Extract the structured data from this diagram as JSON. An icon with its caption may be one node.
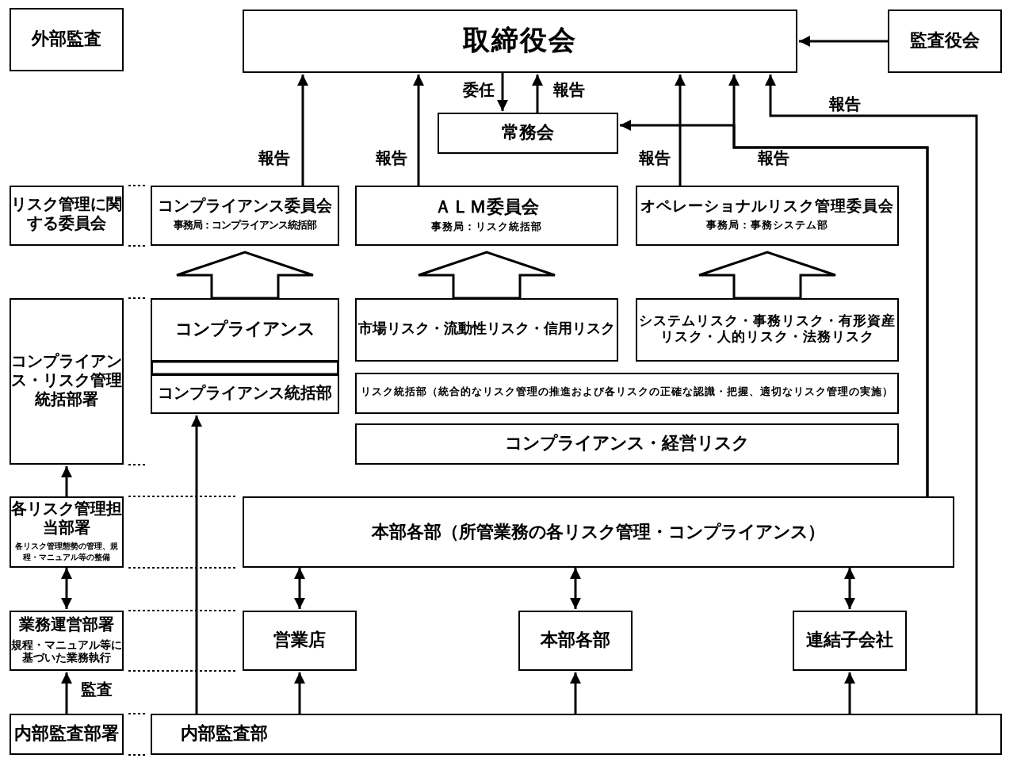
{
  "diagram": {
    "nodes": [
      {
        "text": [
          "外部監査"
        ]
      },
      {
        "text": [
          "取締役会"
        ]
      },
      {
        "text": [
          "監査役会"
        ]
      },
      {
        "text": [
          "常務会"
        ]
      },
      {
        "text": [
          "リスク管理に関する委員会"
        ]
      },
      {
        "text": [
          "コンプライアンス委員会",
          "事務局：コンプライアンス統括部"
        ]
      },
      {
        "text": [
          "ＡＬＭ委員会",
          "事務局：リスク統括部"
        ]
      },
      {
        "text": [
          "オペレーショナルリスク管理委員会",
          "事務局：事務システム部"
        ]
      },
      {
        "text": [
          "コンプライアンス・リスク管理統括部署"
        ]
      },
      {
        "text": [
          "コンプライアンス"
        ]
      },
      {
        "text": [
          "コンプライアンス統括部"
        ]
      },
      {
        "text": [
          "市場リスク・流動性リスク・信用リスク"
        ]
      },
      {
        "text": [
          "システムリスク・事務リスク・有形資産リスク・人的リスク・法務リスク"
        ]
      },
      {
        "text": [
          "リスク統括部（統合的なリスク管理の推進および各リスクの正確な認識・把握、適切なリスク管理の実施）"
        ]
      },
      {
        "text": [
          "コンプライアンス・経営リスク"
        ]
      },
      {
        "text": [
          "各リスク管理担当部署",
          "各リスク管理態勢の管理、規程・マニュアル等の整備"
        ]
      },
      {
        "text": [
          "本部各部（所管業務の各リスク管理・コンプライアンス）"
        ]
      },
      {
        "text": [
          "業務運営部署",
          "規程・マニュアル等に基づいた業務執行"
        ]
      },
      {
        "text": [
          "営業店"
        ]
      },
      {
        "text": [
          "本部各部"
        ]
      },
      {
        "text": [
          "連結子会社"
        ]
      },
      {
        "text": [
          "内部監査部署"
        ]
      },
      {
        "text": [
          "内部監査部"
        ]
      }
    ],
    "edges": [
      {
        "from": 2,
        "to": 1,
        "arrow": "to"
      },
      {
        "from": 1,
        "to": 3,
        "arrow": "to",
        "label": "委任"
      },
      {
        "from": 3,
        "to": 1,
        "arrow": "to",
        "label": "報告"
      },
      {
        "from": 5,
        "to": 1,
        "arrow": "to",
        "label": "報告"
      },
      {
        "from": 6,
        "to": 1,
        "arrow": "to",
        "label": "報告"
      },
      {
        "from": 7,
        "to": 1,
        "arrow": "to",
        "label": "報告"
      },
      {
        "from": 16,
        "to": 1,
        "arrow": "to",
        "label": "報告"
      },
      {
        "from": 16,
        "to": 3,
        "arrow": "to"
      },
      {
        "from": 22,
        "to": 1,
        "arrow": "to",
        "label": "報告"
      },
      {
        "from": 9,
        "to": 5,
        "arrow": "to"
      },
      {
        "from": 11,
        "to": 6,
        "arrow": "to"
      },
      {
        "from": 12,
        "to": 7,
        "arrow": "to"
      },
      {
        "from": 22,
        "to": 10,
        "arrow": "to"
      },
      {
        "from": 15,
        "to": 8,
        "arrow": "to"
      },
      {
        "from": 15,
        "to": 17,
        "arrow": "both"
      },
      {
        "from": 16,
        "to": 18,
        "arrow": "both"
      },
      {
        "from": 16,
        "to": 19,
        "arrow": "both"
      },
      {
        "from": 16,
        "to": 20,
        "arrow": "both"
      },
      {
        "from": 22,
        "to": 18,
        "arrow": "to"
      },
      {
        "from": 22,
        "to": 19,
        "arrow": "to"
      },
      {
        "from": 22,
        "to": 20,
        "arrow": "to"
      },
      {
        "from": 21,
        "to": 17,
        "arrow": "to",
        "label": "監査"
      }
    ]
  }
}
